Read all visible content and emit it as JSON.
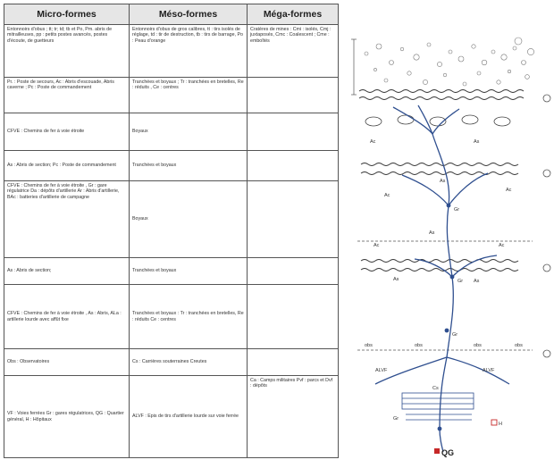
{
  "headers": [
    "Micro-formes",
    "Méso-formes",
    "Méga-formes"
  ],
  "rows": [
    [
      "Entonnoirs d'obus ; tt; tr; td; tb et Po, Pm. abris de mitrailleuses, pp : petits postes avancés, postes d'écoute, de guetteurs",
      "Entonnoirs d'obus de gros calibres, tt : tirs isolés de réglage, td : tir de destruction, tb : tirs de barrage, Po : Peau d'orange",
      "Cratères de mines : Cmi : isolés, Cmj : juxtaposés, Cmc : Coalescent ; Cme : emboîtés"
    ],
    [
      "Pr. : Poste de secours, Ac : Abris d'escouade, Abris caverne ; Pc : Poste de commandement",
      "Tranchées et boyaux ; Tr : tranchées en bretelles, Re : réduits , Ce : centres",
      ""
    ],
    [
      "CFVE : Chemins de fer à voie étroite",
      "Boyaux",
      ""
    ],
    [
      "As : Abris de section; Pc : Poste de commandement",
      "Tranchées et boyaux",
      ""
    ],
    [
      "CFVE : Chemins de fer à voie étroite , Gr : gare régulatrice Da : dépôts d'artillerie Ar : Abris d'artillerie, BAc : batteries d'artillerie de campagne",
      "Boyaux",
      ""
    ],
    [
      "As : Abris de section;",
      "Tranchées et boyaux",
      ""
    ],
    [
      "CFVE : Chemins de fer à voie étroite , As : Abris, ALa : artillerie lourde avec affût fixe",
      "Tranchées et boyaux : Tr : tranchées en bretelles, Re : réduits Ce : centres",
      ""
    ],
    [
      "Obs : Observatoires",
      "Cs : Carrières souterraines Creutes",
      ""
    ],
    [
      "VF : Voies ferrées Gr : gares régulatrices, QG : Quartier général, H : Hôpitaux",
      "ALVF : Epis de tirs d'artillerie lourde sur voie ferrée",
      "Ca : Camps militaires Pvf : parcs et Dvf : dépôts"
    ]
  ],
  "diagram": {
    "labels": [
      "Ac",
      "As",
      "Gr",
      "Ac",
      "As",
      "Gr",
      "Ac",
      "As",
      "As",
      "Gr",
      "obs",
      "obs",
      "obs",
      "obs",
      "ALVF",
      "ALVF",
      "Cs",
      "QG",
      "H",
      "Gr",
      "Ac",
      "As",
      "Ac"
    ],
    "qg": "QG",
    "h": "H"
  }
}
